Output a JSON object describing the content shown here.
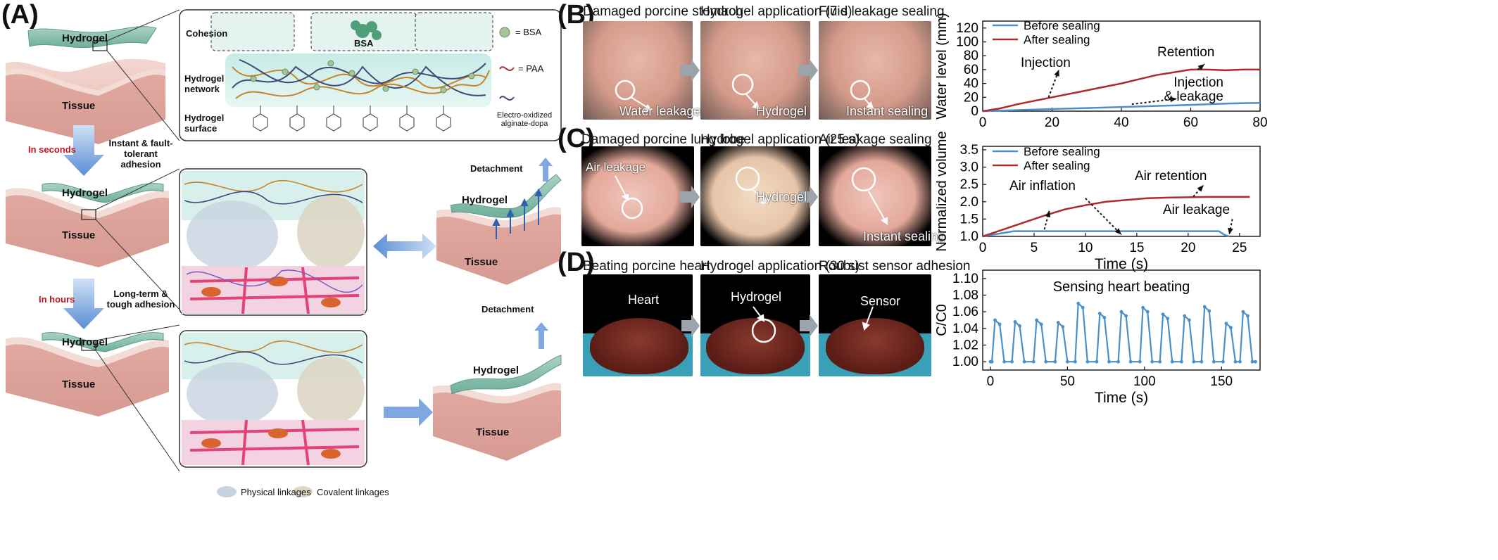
{
  "panelA": {
    "letter": "(A)",
    "hydrogel": "Hydrogel",
    "tissue": "Tissue",
    "cohesion": "Cohesion",
    "hydrogel_network": "Hydrogel network",
    "hydrogel_surface": "Hydrogel surface",
    "bsa_inset": "BSA",
    "legend_bsa": "= BSA",
    "legend_paa": "= PAA",
    "legend_dopa": "Electro-oxidized alginate-dopa",
    "in_seconds": "In seconds",
    "instant_adhesion": "Instant & fault-tolerant adhesion",
    "in_hours": "In hours",
    "longterm_adhesion": "Long-term & tough adhesion",
    "detachment": "Detachment",
    "physical_linkages": "Physical linkages",
    "covalent_linkages": "Covalent linkages"
  },
  "panelB": {
    "letter": "(B)",
    "captions": [
      "Damaged porcine stomach",
      "Hydrogel application (7 s)",
      "Fluid leakage sealing"
    ],
    "labels": [
      "Water leakage",
      "Hydrogel",
      "Instant sealing"
    ]
  },
  "panelC": {
    "letter": "(C)",
    "captions": [
      "Damaged porcine lung lobe",
      "Hydrogel application (25 s)",
      "Air leakage sealing"
    ],
    "labels": [
      "Air leakage",
      "Hydrogel",
      "Instant sealing"
    ]
  },
  "panelD": {
    "letter": "(D)",
    "captions": [
      "Beating porcine heart",
      "Hydrogel application (30 s)",
      "Roubust sensor adhesion"
    ],
    "labels": [
      "Heart",
      "Hydrogel",
      "Sensor"
    ]
  },
  "colors": {
    "before": "#4a90d0",
    "after": "#b02a2a",
    "sensor": "#4a90c8"
  },
  "chart_data": [
    {
      "type": "line",
      "xlabel": "",
      "ylabel": "Water level (mm)",
      "xlim": [
        0,
        80
      ],
      "ylim": [
        0,
        130
      ],
      "xticks": [
        "0",
        "20",
        "40",
        "60",
        "80"
      ],
      "yticks": [
        "0",
        "20",
        "40",
        "60",
        "80",
        "100",
        "120"
      ],
      "legend_position": "top-left",
      "annotations": [
        "Injection",
        "Retention",
        "Injection & leakage"
      ],
      "series": [
        {
          "name": "Before sealing",
          "x": [
            0,
            10,
            20,
            30,
            40,
            50,
            60,
            70,
            80
          ],
          "y": [
            0,
            1.5,
            3,
            4.5,
            6,
            7.5,
            9,
            11,
            12
          ]
        },
        {
          "name": "After sealing",
          "x": [
            0,
            5,
            10,
            15,
            20,
            25,
            30,
            35,
            40,
            45,
            50,
            55,
            60,
            65,
            70,
            75,
            80
          ],
          "y": [
            0,
            4,
            10,
            15,
            20,
            25,
            30,
            35,
            40,
            46,
            52,
            56,
            60,
            60,
            59,
            60,
            60
          ]
        }
      ]
    },
    {
      "type": "line",
      "xlabel": "Time (s)",
      "ylabel": "Normalized volume",
      "xlim": [
        0,
        27
      ],
      "ylim": [
        1.0,
        3.6
      ],
      "xticks": [
        "0",
        "5",
        "10",
        "15",
        "20",
        "25"
      ],
      "yticks": [
        "1.0",
        "1.5",
        "2.0",
        "2.5",
        "3.0",
        "3.5"
      ],
      "legend_position": "top-left",
      "annotations": [
        "Air inflation",
        "Air retention",
        "Air leakage"
      ],
      "series": [
        {
          "name": "Before sealing",
          "x": [
            0,
            1,
            2,
            3,
            5,
            10,
            15,
            20,
            22,
            23,
            23.5,
            24
          ],
          "y": [
            1.0,
            1.05,
            1.1,
            1.15,
            1.15,
            1.15,
            1.15,
            1.15,
            1.15,
            1.15,
            1.05,
            1.0
          ]
        },
        {
          "name": "After sealing",
          "x": [
            0,
            2,
            4,
            6,
            8,
            10,
            12,
            14,
            16,
            18,
            20,
            22,
            24,
            26
          ],
          "y": [
            1.0,
            1.2,
            1.4,
            1.6,
            1.78,
            1.9,
            2.0,
            2.05,
            2.1,
            2.12,
            2.13,
            2.14,
            2.14,
            2.14
          ]
        }
      ]
    },
    {
      "type": "line",
      "title": "Sensing heart beating",
      "xlabel": "Time (s)",
      "ylabel": "C/C0",
      "xlim": [
        -5,
        175
      ],
      "ylim": [
        0.99,
        1.11
      ],
      "xticks": [
        "0",
        "50",
        "100",
        "150"
      ],
      "yticks": [
        "1.00",
        "1.02",
        "1.04",
        "1.06",
        "1.08",
        "1.10"
      ],
      "series": [
        {
          "name": "",
          "peaks": [
            {
              "t": 5,
              "h": 1.05
            },
            {
              "t": 18,
              "h": 1.048
            },
            {
              "t": 32,
              "h": 1.05
            },
            {
              "t": 46,
              "h": 1.047
            },
            {
              "t": 59,
              "h": 1.07
            },
            {
              "t": 73,
              "h": 1.058
            },
            {
              "t": 87,
              "h": 1.06
            },
            {
              "t": 101,
              "h": 1.065
            },
            {
              "t": 114,
              "h": 1.057
            },
            {
              "t": 128,
              "h": 1.055
            },
            {
              "t": 141,
              "h": 1.066
            },
            {
              "t": 155,
              "h": 1.046
            },
            {
              "t": 166,
              "h": 1.06
            }
          ],
          "baseline": 1.0
        }
      ]
    }
  ]
}
